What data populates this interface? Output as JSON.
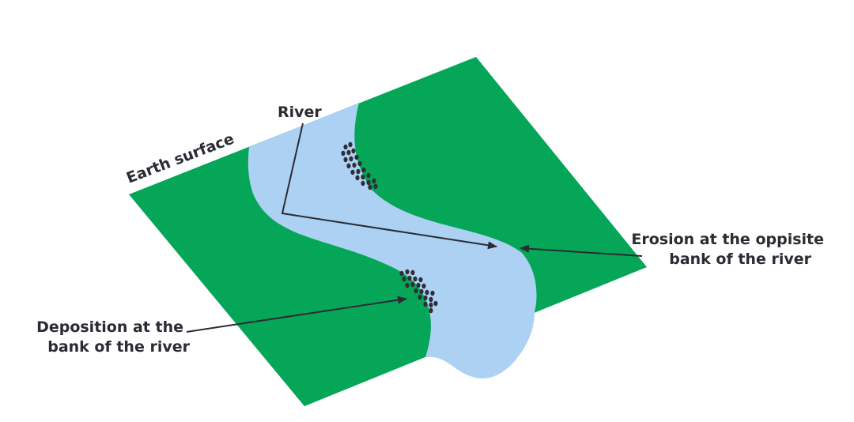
{
  "labels": {
    "earth_surface": "Earth surface",
    "river": "River",
    "erosion_line1": "Erosion at the oppisite",
    "erosion_line2": "bank of the river",
    "deposition_line1": "Deposition at the",
    "deposition_line2": "bank of the river"
  },
  "colors": {
    "land": "#05a658",
    "river": "#add1f3",
    "text": "#2b2b33",
    "sediment": "#2e2e36"
  }
}
